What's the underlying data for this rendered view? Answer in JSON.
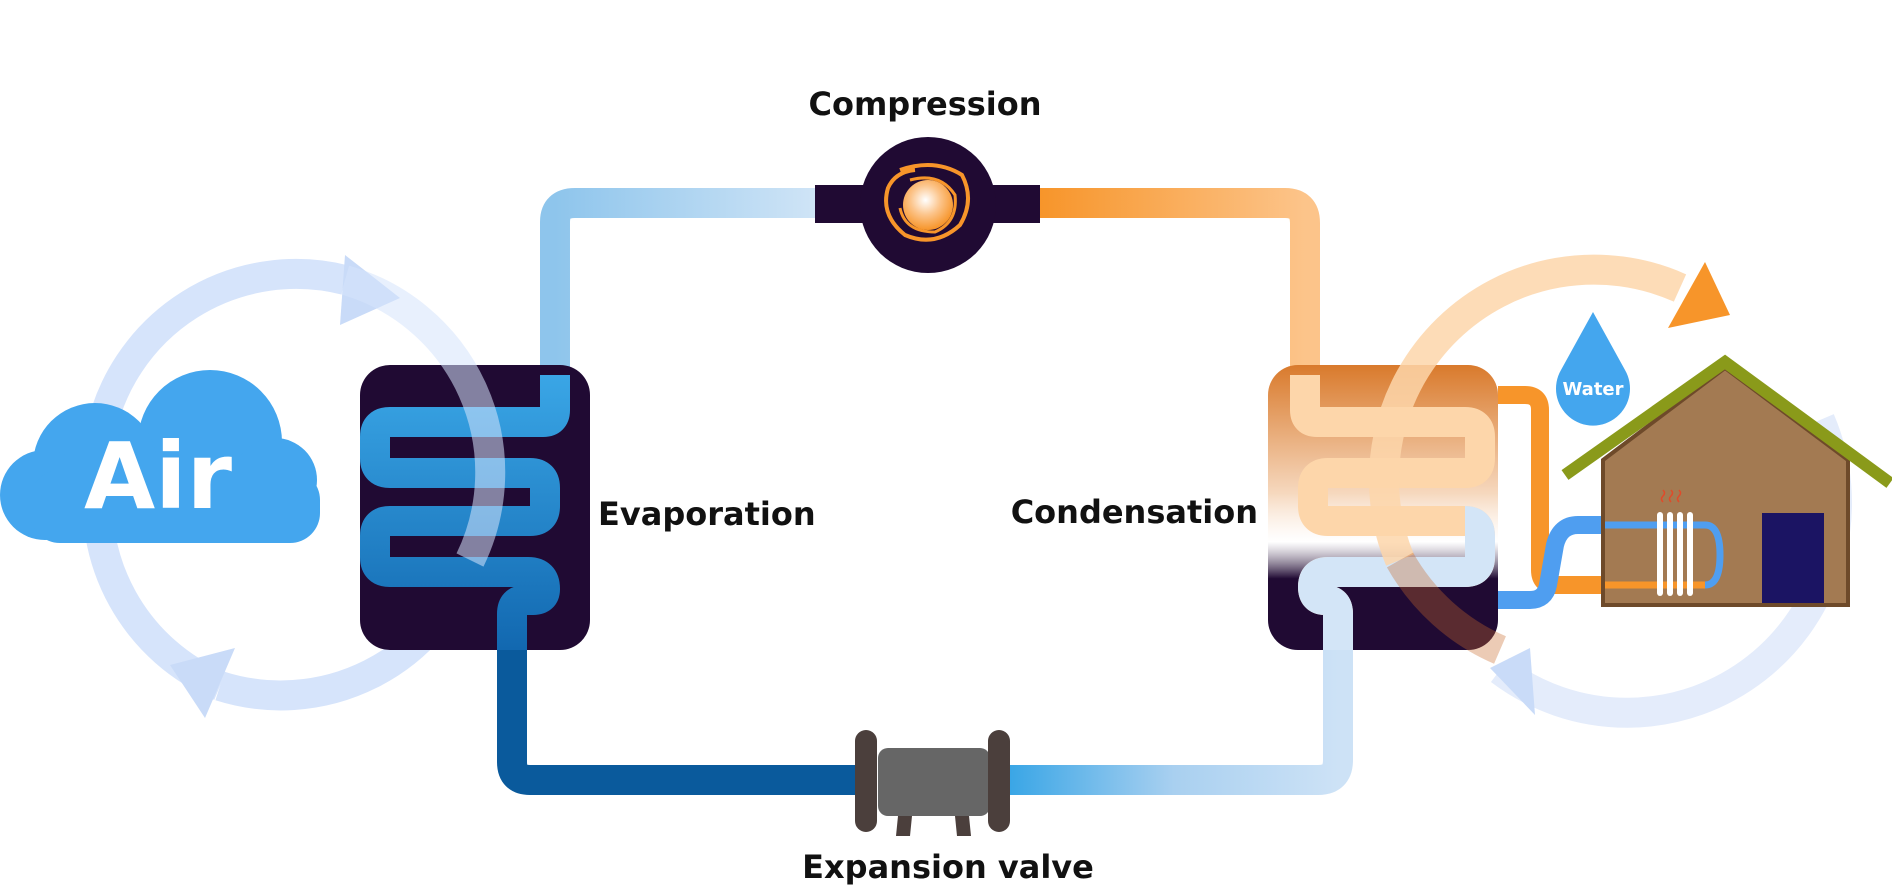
{
  "labels": {
    "compression": "Compression",
    "evaporation": "Evaporation",
    "condensation": "Condensation",
    "expansion_valve": "Expansion valve",
    "air": "Air",
    "water": "Water"
  },
  "colors": {
    "dark_unit": "#200a33",
    "cold_pipe_dark": "#0a5a9c",
    "cold_pipe_light": "#8ec5ec",
    "warm_pipe": "#f7952a",
    "warm_pipe_light": "#fdd0a0",
    "air_cloud": "#44a6ee",
    "air_cycle": "#d6e4fb",
    "water_drop": "#44a6ee",
    "house_wall": "#a37a52",
    "house_roof": "#8a9a1a",
    "house_door": "#1b1463",
    "valve_body": "#666666",
    "valve_caps": "#4b3f3c"
  }
}
